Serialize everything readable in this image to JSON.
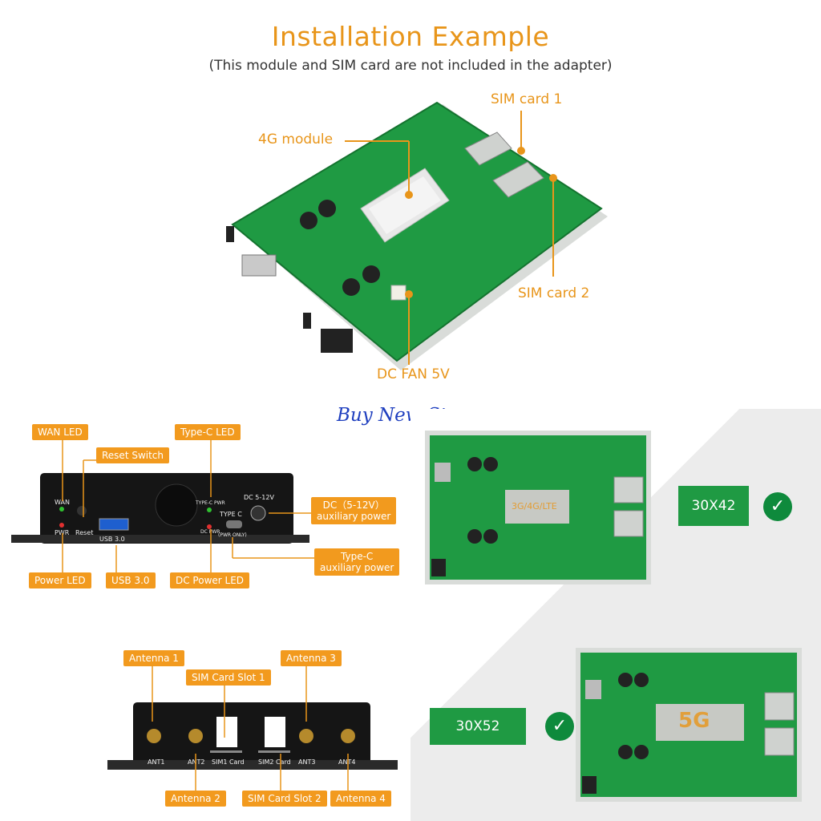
{
  "header": {
    "title": "Installation Example",
    "subtitle": "(This module and SIM card are not included in the adapter)"
  },
  "top_callouts": {
    "sim1": "SIM card 1",
    "module": "4G module",
    "sim2": "SIM card 2",
    "fan": "DC FAN 5V"
  },
  "store": "Buy New Store",
  "front_panel": {
    "tags": {
      "wan_led": "WAN LED",
      "reset_switch": "Reset Switch",
      "typec_led": "Type-C LED",
      "dc_aux": "DC（5-12V）\nauxiliary power",
      "typec_aux": "Type-C\nauxiliary power",
      "power_led": "Power LED",
      "usb30": "USB 3.0",
      "dc_power_led": "DC Power LED"
    },
    "labels": {
      "wan": "WAN",
      "pwr": "PWR",
      "reset": "Reset",
      "usb": "USB  3.0",
      "typec_pwr": "TYPE-C PWR",
      "dc_pwr": "DC PWR",
      "typec": "TYPE C",
      "pwr_only": "(PWR ONLY)",
      "dc": "DC 5-12V"
    }
  },
  "back_panel": {
    "tags": {
      "antenna1": "Antenna 1",
      "sim_slot1": "SIM Card Slot 1",
      "antenna3": "Antenna 3",
      "antenna2": "Antenna 2",
      "sim_slot2": "SIM Card Slot 2",
      "antenna4": "Antenna 4"
    },
    "labels": {
      "ant1": "ANT1",
      "ant2": "ANT2",
      "sim1": "SIM1   Card",
      "sim2": "SIM2   Card",
      "ant3": "ANT3",
      "ant4": "ANT4"
    }
  },
  "boards": {
    "board1_label": "3G/4G/LTE",
    "board1_size": "30X42",
    "board2_label": "5G",
    "board2_size": "30X52"
  },
  "colors": {
    "accent": "#f29a1e",
    "pcb": "#1f9a43",
    "check": "#0e8a3c"
  }
}
